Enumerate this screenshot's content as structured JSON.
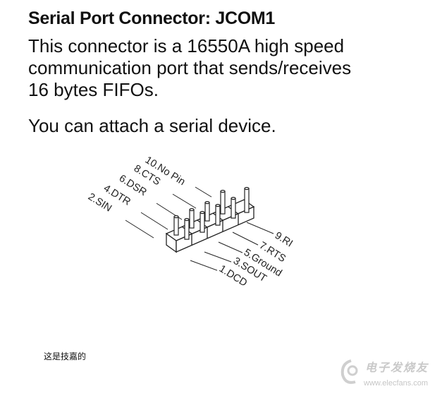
{
  "header": {
    "title": "Serial Port Connector: JCOM1"
  },
  "description": {
    "lines": [
      "This connector is a 16550A high speed",
      "communication port that sends/receives",
      "16 bytes FIFOs."
    ],
    "attach": "You can attach a serial device."
  },
  "diagram": {
    "top_pins": [
      {
        "label": "10.No Pin",
        "has_pin": false
      },
      {
        "label": "8.CTS",
        "has_pin": true
      },
      {
        "label": "6.DSR",
        "has_pin": true
      },
      {
        "label": "4.DTR",
        "has_pin": true
      },
      {
        "label": "2.SIN",
        "has_pin": true
      }
    ],
    "bottom_pins": [
      {
        "label": "9.RI"
      },
      {
        "label": "7.RTS"
      },
      {
        "label": "5.Ground"
      },
      {
        "label": "3.SOUT"
      },
      {
        "label": "1.DCD"
      }
    ]
  },
  "note": "这是技嘉的",
  "watermark": {
    "text": "电子发烧友",
    "url": "www.elecfans.com"
  },
  "colors": {
    "text": "#111111",
    "line": "#222222",
    "watermark": "#c9c9c9"
  }
}
